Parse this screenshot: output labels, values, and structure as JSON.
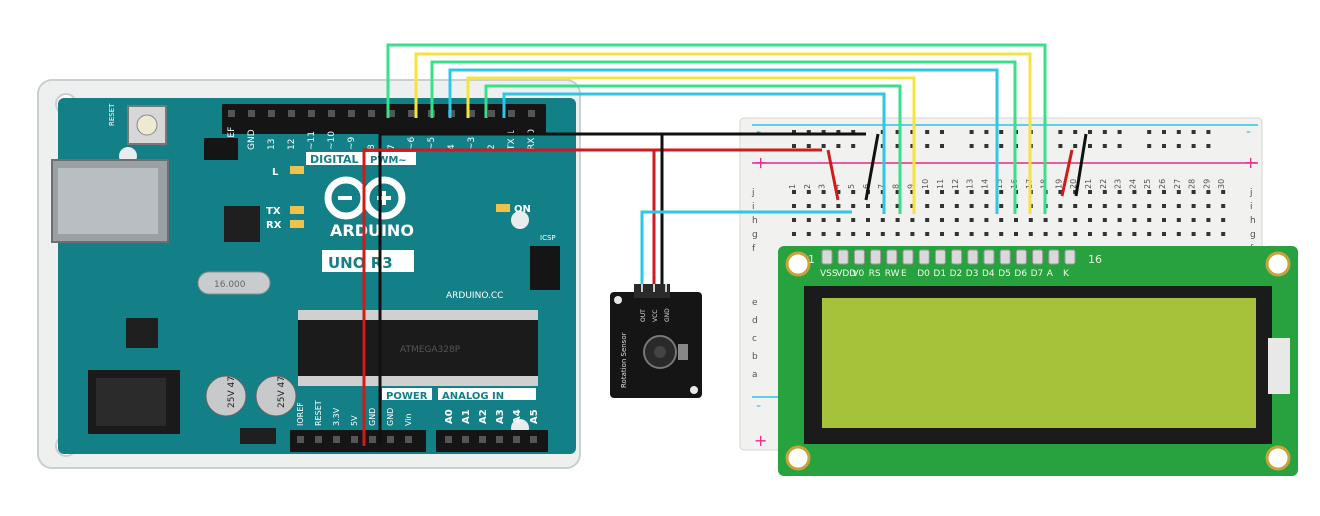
{
  "arduino": {
    "logo": "ARDUINO",
    "model": "UNO R3",
    "url": "ARDUINO.CC",
    "digital_label": "DIGITAL",
    "pwm_label": "PWM~",
    "power_label": "POWER",
    "analog_label": "ANALOG IN",
    "led_on": "ON",
    "led_l": "L",
    "led_tx": "TX",
    "led_rx": "RX",
    "reset_btn": "RESET",
    "icsp": "ICSP",
    "digital_pins": [
      "AREF",
      "GND",
      "13",
      "12",
      "~11",
      "~10",
      "~9",
      "8",
      "7",
      "~6",
      "~5",
      "4",
      "~3",
      "2",
      "TX 1",
      "RX 0"
    ],
    "power_pins": [
      "IOREF",
      "RESET",
      "3.3V",
      "5V",
      "GND",
      "GND",
      "Vin"
    ],
    "analog_pins": [
      "A0",
      "A1",
      "A2",
      "A3",
      "A4",
      "A5"
    ],
    "chip_text": "ATMEGA328P",
    "cap1": "25V 47",
    "cap2": "25V 47",
    "crystal": "16.000"
  },
  "sensor": {
    "label": "Rotation Sensor",
    "pins": [
      "OUT",
      "VCC",
      "GND"
    ]
  },
  "lcd": {
    "pin_first": "1",
    "pin_last": "16",
    "pin_labels": [
      "VSS",
      "VDD",
      "V0",
      "RS",
      "RW",
      "E",
      "D0",
      "D1",
      "D2",
      "D3",
      "D4",
      "D5",
      "D6",
      "D7",
      "A",
      "K"
    ]
  },
  "breadboard": {
    "rows_top": [
      "j",
      "i",
      "h",
      "g",
      "f"
    ],
    "rows_bottom": [
      "e",
      "d",
      "c",
      "b",
      "a"
    ],
    "col_numbers": [
      "1",
      "2",
      "3",
      "4",
      "5",
      "6",
      "7",
      "8",
      "9",
      "10",
      "11",
      "12",
      "13",
      "14",
      "15",
      "16",
      "17",
      "18",
      "19",
      "20",
      "21",
      "22",
      "23",
      "24",
      "25",
      "26",
      "27",
      "28",
      "29",
      "30"
    ],
    "rail_plus": "+",
    "rail_minus": "-"
  },
  "colors": {
    "board": "#137f86",
    "lcd_pcb": "#27a23f",
    "lcd_screen": "#a6c23a",
    "wire_green": "#38e08a",
    "wire_yellow": "#f4e43c",
    "wire_cyan": "#2dc7e8",
    "wire_red": "#d11a1a",
    "wire_black": "#111111"
  }
}
